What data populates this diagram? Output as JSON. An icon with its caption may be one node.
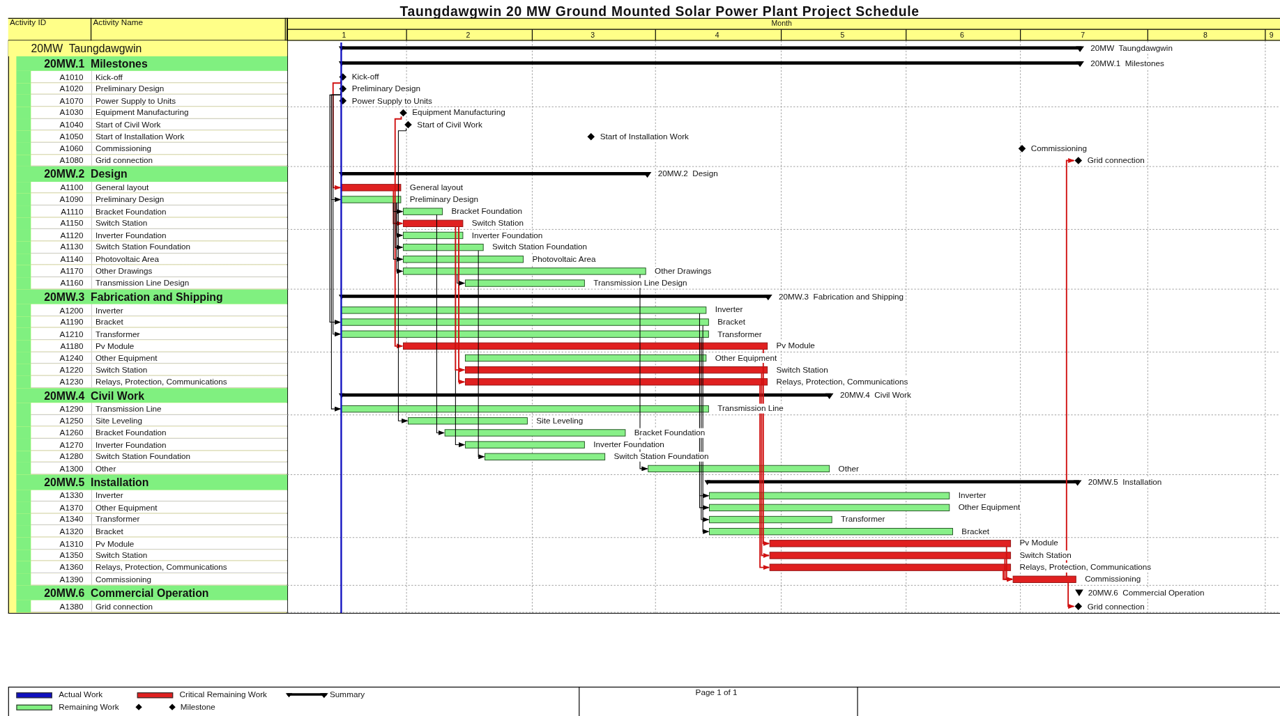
{
  "diagram": {
    "title": "Taungdawgwin 20 MW Ground Mounted Solar Power Plant Project Schedule",
    "nodes": [
      {
        "text": [],
        "shape": "bar",
        "beside": [
          "20MW  Taungdawgwin"
        ]
      },
      {
        "text": [],
        "shape": "bar",
        "beside": [
          "20MW.1  Milestones"
        ]
      },
      {
        "text": [],
        "shape": "diamond",
        "beside": [
          "Kick-off"
        ]
      },
      {
        "text": [],
        "shape": "diamond",
        "beside": [
          "Preliminary Design"
        ]
      },
      {
        "text": [],
        "shape": "diamond",
        "beside": [
          "Power Supply to Units"
        ]
      },
      {
        "text": [],
        "shape": "diamond",
        "beside": [
          "Equipment Manufacturing"
        ]
      },
      {
        "text": [],
        "shape": "diamond",
        "beside": [
          "Start of Civil Work"
        ]
      },
      {
        "text": [],
        "shape": "diamond",
        "beside": [
          "Start of Installation Work"
        ]
      },
      {
        "text": [],
        "shape": "diamond",
        "beside": [
          "Commissioning"
        ]
      },
      {
        "text": [],
        "shape": "diamond",
        "beside": [
          "Grid connection"
        ]
      },
      {
        "text": [],
        "shape": "bar",
        "beside": [
          "20MW.2  Design"
        ]
      },
      {
        "text": [],
        "shape": "bar",
        "beside": [
          "General layout"
        ]
      },
      {
        "text": [],
        "shape": "bar",
        "beside": [
          "Preliminary Design"
        ]
      },
      {
        "text": [],
        "shape": "bar",
        "beside": [
          "Bracket Foundation"
        ]
      },
      {
        "text": [],
        "shape": "bar",
        "beside": [
          "Switch Station"
        ]
      },
      {
        "text": [],
        "shape": "bar",
        "beside": [
          "Inverter Foundation"
        ]
      },
      {
        "text": [],
        "shape": "bar",
        "beside": [
          "Switch Station Foundation"
        ]
      },
      {
        "text": [],
        "shape": "bar",
        "beside": [
          "Photovoltaic Area"
        ]
      },
      {
        "text": [],
        "shape": "bar",
        "beside": [
          "Other Drawings"
        ]
      },
      {
        "text": [],
        "shape": "bar",
        "beside": [
          "Transmission Line Design"
        ]
      },
      {
        "text": [],
        "shape": "bar",
        "beside": [
          "20MW.3  Fabrication and Shipping"
        ]
      },
      {
        "text": [],
        "shape": "bar",
        "beside": [
          "Inverter"
        ]
      },
      {
        "text": [],
        "shape": "bar",
        "beside": [
          "Bracket"
        ]
      },
      {
        "text": [],
        "shape": "bar",
        "beside": [
          "Transformer"
        ]
      },
      {
        "text": [],
        "shape": "bar",
        "beside": [
          "Pv Module"
        ]
      },
      {
        "text": [],
        "shape": "bar",
        "beside": [
          "Other Equipment"
        ]
      },
      {
        "text": [],
        "shape": "bar",
        "beside": [
          "Switch Station"
        ]
      },
      {
        "text": [],
        "shape": "bar",
        "beside": [
          "Relays, Protection, Communications"
        ]
      },
      {
        "text": [],
        "shape": "bar",
        "beside": [
          "20MW.4  Civil Work"
        ]
      },
      {
        "text": [],
        "shape": "bar",
        "beside": [
          "Transmission Line"
        ]
      },
      {
        "text": [],
        "shape": "bar",
        "beside": [
          "Site Leveling"
        ]
      },
      {
        "text": [],
        "shape": "bar",
        "beside": [
          "Bracket Foundation"
        ]
      },
      {
        "text": [],
        "shape": "bar",
        "beside": [
          "Inverter Foundation"
        ]
      },
      {
        "text": [],
        "shape": "bar",
        "beside": [
          "Switch Station Foundation"
        ]
      },
      {
        "text": [],
        "shape": "bar",
        "beside": [
          "Other"
        ]
      },
      {
        "text": [],
        "shape": "bar",
        "beside": [
          "20MW.5  Installation"
        ]
      },
      {
        "text": [],
        "shape": "bar",
        "beside": [
          "Inverter"
        ]
      },
      {
        "text": [],
        "shape": "bar",
        "beside": [
          "Other Equipment"
        ]
      },
      {
        "text": [],
        "shape": "bar",
        "beside": [
          "Transformer"
        ]
      },
      {
        "text": [],
        "shape": "bar",
        "beside": [
          "Bracket"
        ]
      },
      {
        "text": [],
        "shape": "bar",
        "beside": [
          "Pv Module"
        ]
      },
      {
        "text": [],
        "shape": "bar",
        "beside": [
          "Switch Station"
        ]
      },
      {
        "text": [],
        "shape": "bar",
        "beside": [
          "Relays, Protection, Communications"
        ]
      },
      {
        "text": [],
        "shape": "bar",
        "beside": [
          "Commissioning"
        ]
      },
      {
        "text": [],
        "shape": "triangle",
        "beside": [
          "20MW.6  Commercial Operation"
        ]
      },
      {
        "text": [],
        "shape": "diamond",
        "beside": [
          "Grid connection"
        ]
      }
    ],
    "edges": [
      {
        "from": 2,
        "to": 11,
        "arrow": "to",
        "color": "#d01010"
      },
      {
        "from": 3,
        "to": 12,
        "arrow": "to"
      },
      {
        "from": 11,
        "to": 14,
        "arrow": "to",
        "color": "#d01010"
      },
      {
        "from": 5,
        "to": 24,
        "arrow": "to",
        "color": "#d01010"
      },
      {
        "from": 6,
        "to": 30,
        "arrow": "to"
      },
      {
        "from": 12,
        "to": 13,
        "arrow": "to"
      },
      {
        "from": 12,
        "to": 15,
        "arrow": "to"
      },
      {
        "from": 12,
        "to": 16,
        "arrow": "to"
      },
      {
        "from": 12,
        "to": 17,
        "arrow": "to"
      },
      {
        "from": 12,
        "to": 18,
        "arrow": "to"
      },
      {
        "from": 13,
        "to": 31,
        "arrow": "to"
      },
      {
        "from": 15,
        "to": 32,
        "arrow": "to"
      },
      {
        "from": 16,
        "to": 33,
        "arrow": "to"
      },
      {
        "from": 18,
        "to": 34,
        "arrow": "to"
      },
      {
        "from": 14,
        "to": 26,
        "arrow": "to",
        "color": "#d01010"
      },
      {
        "from": 14,
        "to": 27,
        "arrow": "to",
        "color": "#d01010"
      },
      {
        "from": 18,
        "to": 19,
        "arrow": "to"
      },
      {
        "from": 3,
        "to": 22,
        "arrow": "to"
      },
      {
        "from": 3,
        "to": 23,
        "arrow": "to"
      },
      {
        "from": 3,
        "to": 29,
        "arrow": "to"
      },
      {
        "from": 21,
        "to": 36,
        "arrow": "to"
      },
      {
        "from": 22,
        "to": 39,
        "arrow": "to"
      },
      {
        "from": 23,
        "to": 38,
        "arrow": "to"
      },
      {
        "from": 25,
        "to": 37,
        "arrow": "to"
      },
      {
        "from": 24,
        "to": 40,
        "arrow": "to",
        "color": "#d01010"
      },
      {
        "from": 26,
        "to": 41,
        "arrow": "to",
        "color": "#d01010"
      },
      {
        "from": 27,
        "to": 42,
        "arrow": "to",
        "color": "#d01010"
      },
      {
        "from": 40,
        "to": 43,
        "arrow": "to",
        "color": "#d01010"
      },
      {
        "from": 41,
        "to": 43,
        "arrow": "to",
        "color": "#d01010"
      },
      {
        "from": 42,
        "to": 43,
        "arrow": "to",
        "color": "#d01010"
      },
      {
        "from": 43,
        "to": 45,
        "arrow": "to",
        "color": "#d01010"
      },
      {
        "from": 43,
        "to": 9,
        "arrow": "to",
        "color": "#d01010"
      }
    ],
    "labels": [
      "Activity ID",
      "Activity Name",
      "Month",
      "1",
      "2",
      "3",
      "4",
      "5",
      "6",
      "7",
      "8",
      "9",
      "20MW  Taungdawgwin",
      "20MW.1  Milestones",
      "A1010",
      "Kick-off",
      "A1020",
      "Preliminary Design",
      "A1070",
      "Power Supply to Units",
      "A1030",
      "Equipment Manufacturing",
      "A1040",
      "Start of Civil Work",
      "A1050",
      "Start of Installation Work",
      "A1060",
      "Commissioning",
      "A1080",
      "Grid connection",
      "20MW.2  Design",
      "A1100",
      "General layout",
      "A1090",
      "Preliminary Design",
      "A1110",
      "Bracket Foundation",
      "A1150",
      "Switch Station",
      "A1120",
      "Inverter Foundation",
      "A1130",
      "Switch Station Foundation",
      "A1140",
      "Photovoltaic Area",
      "A1170",
      "Other Drawings",
      "A1160",
      "Transmission Line Design",
      "20MW.3  Fabrication and Shipping",
      "A1200",
      "Inverter",
      "A1190",
      "Bracket",
      "A1210",
      "Transformer",
      "A1180",
      "Pv Module",
      "A1240",
      "Other Equipment",
      "A1220",
      "Switch Station",
      "A1230",
      "Relays, Protection, Communications",
      "20MW.4  Civil Work",
      "A1290",
      "Transmission Line",
      "A1250",
      "Site Leveling",
      "A1260",
      "Bracket Foundation",
      "A1270",
      "Inverter Foundation",
      "A1280",
      "Switch Station Foundation",
      "A1300",
      "Other",
      "20MW.5  Installation",
      "A1330",
      "Inverter",
      "A1370",
      "Other Equipment",
      "A1340",
      "Transformer",
      "A1320",
      "Bracket",
      "A1310",
      "Pv Module",
      "A1350",
      "Switch Station",
      "A1360",
      "Relays, Protection, Communications",
      "A1390",
      "Commissioning",
      "20MW.6  Commercial Operation",
      "A1380",
      "Grid connection",
      "Page 1 of 1"
    ],
    "legend": [
      {
        "text": "Actual Work",
        "color": "#1010c0"
      },
      {
        "text": "Critical Remaining Work",
        "color": "#e02020"
      },
      {
        "text": "Summary"
      },
      {
        "text": "Remaining Work",
        "color": "#80f080"
      },
      {
        "text": "Milestone"
      }
    ]
  }
}
